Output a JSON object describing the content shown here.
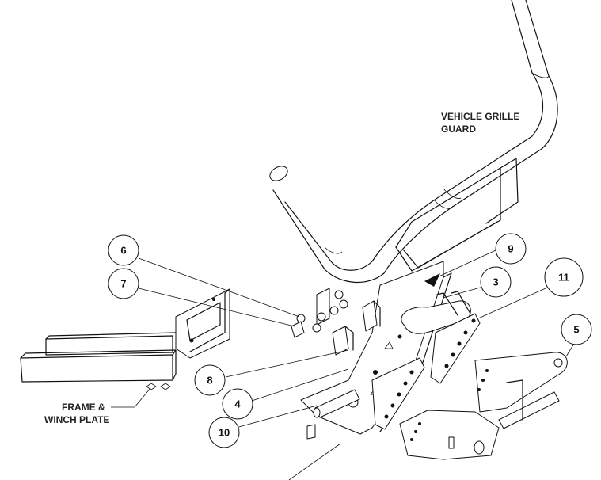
{
  "labels": {
    "vehicle_line1": "VEHICLE GRILLE",
    "vehicle_line2": "GUARD",
    "frame_line1": "FRAME &",
    "frame_line2": "WINCH PLATE"
  },
  "callouts": [
    "6",
    "7",
    "9",
    "3",
    "11",
    "5",
    "8",
    "4",
    "10"
  ]
}
